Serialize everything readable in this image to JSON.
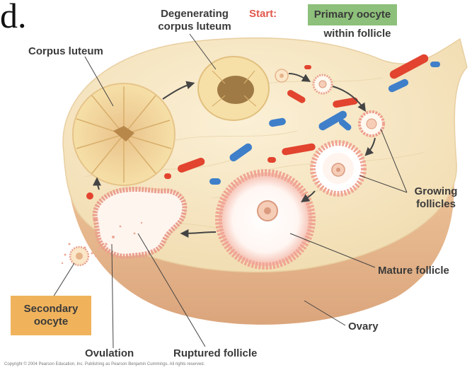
{
  "figure_letter": "d.",
  "labels": {
    "degenerating_corpus_luteum": "Degenerating\ncorpus luteum",
    "start": "Start:",
    "primary_oocyte": "Primary oocyte",
    "within_follicle": "within follicle",
    "corpus_luteum": "Corpus luteum",
    "growing_follicles": "Growing\nfollicles",
    "mature_follicle": "Mature follicle",
    "secondary_oocyte": "Secondary\noocyte",
    "ovary": "Ovary",
    "ovulation": "Ovulation",
    "ruptured_follicle": "Ruptured follicle"
  },
  "copyright": "Copyright © 2004 Pearson Education, Inc. Publishing as Pearson Benjamin Cummings. All rights reserved.",
  "colors": {
    "ovary_fill": "#f6e3bf",
    "ovary_lower": "#e9b98e",
    "artery": "#e2442f",
    "vein": "#3f7fc9",
    "primary_box": "#8dc07a",
    "secondary_box": "#f0b35c",
    "follicle_ring": "#f2a898",
    "corpus_luteum_fill": "#f5dca0"
  }
}
